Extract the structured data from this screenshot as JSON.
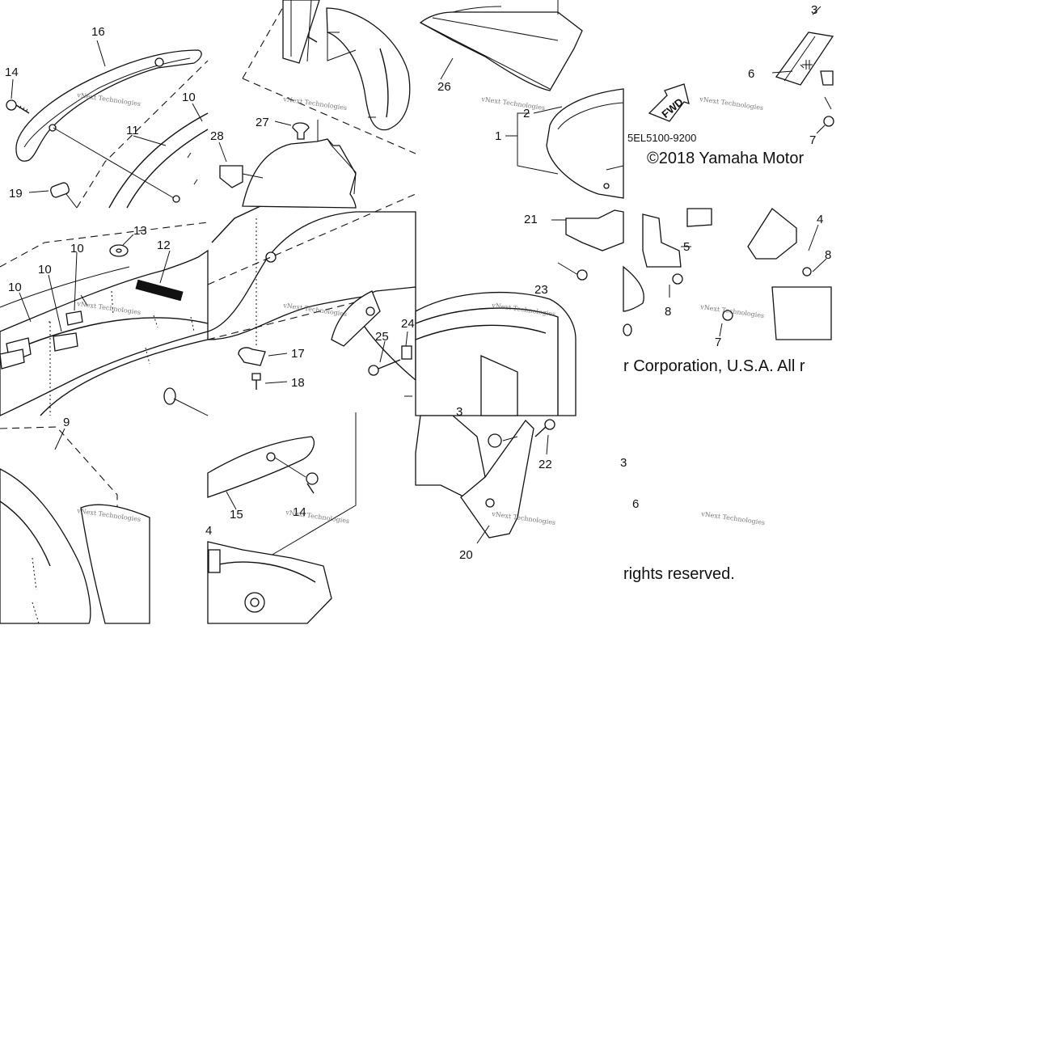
{
  "callouts": [
    {
      "id": "c16",
      "text": "16"
    },
    {
      "id": "c14a",
      "text": "14"
    },
    {
      "id": "c10a",
      "text": "10"
    },
    {
      "id": "c11",
      "text": "11"
    },
    {
      "id": "c28",
      "text": "28"
    },
    {
      "id": "c27",
      "text": "27"
    },
    {
      "id": "c19",
      "text": "19"
    },
    {
      "id": "c13",
      "text": "13"
    },
    {
      "id": "c12",
      "text": "12"
    },
    {
      "id": "c10b",
      "text": "10"
    },
    {
      "id": "c10c",
      "text": "10"
    },
    {
      "id": "c10d",
      "text": "10"
    },
    {
      "id": "c17",
      "text": "17"
    },
    {
      "id": "c18",
      "text": "18"
    },
    {
      "id": "c9",
      "text": "9"
    },
    {
      "id": "c15",
      "text": "15"
    },
    {
      "id": "c14b",
      "text": "14"
    },
    {
      "id": "c4a",
      "text": "4"
    },
    {
      "id": "c26",
      "text": "26"
    },
    {
      "id": "c2",
      "text": "2"
    },
    {
      "id": "c1",
      "text": "1"
    },
    {
      "id": "c21",
      "text": "21"
    },
    {
      "id": "c23",
      "text": "23"
    },
    {
      "id": "c25",
      "text": "25"
    },
    {
      "id": "c24",
      "text": "24"
    },
    {
      "id": "c3a",
      "text": "3"
    },
    {
      "id": "c22",
      "text": "22"
    },
    {
      "id": "c20",
      "text": "20"
    },
    {
      "id": "c3b",
      "text": "3"
    },
    {
      "id": "c6a",
      "text": "6"
    },
    {
      "id": "c7a",
      "text": "7"
    },
    {
      "id": "c4b",
      "text": "4"
    },
    {
      "id": "c5",
      "text": "5"
    },
    {
      "id": "c8a",
      "text": "8"
    },
    {
      "id": "c8b",
      "text": "8"
    },
    {
      "id": "c7b",
      "text": "7"
    },
    {
      "id": "c3c",
      "text": "3"
    },
    {
      "id": "c6b",
      "text": "6"
    }
  ],
  "fwd_arrow": "FWD",
  "diagram_code": "5EL5100-9200",
  "copyright_line1": "©2018 Yamaha Motor",
  "copyright_line2": "r Corporation, U.S.A. All r",
  "copyright_line3": "rights reserved.",
  "watermark": "vNext Technologies"
}
